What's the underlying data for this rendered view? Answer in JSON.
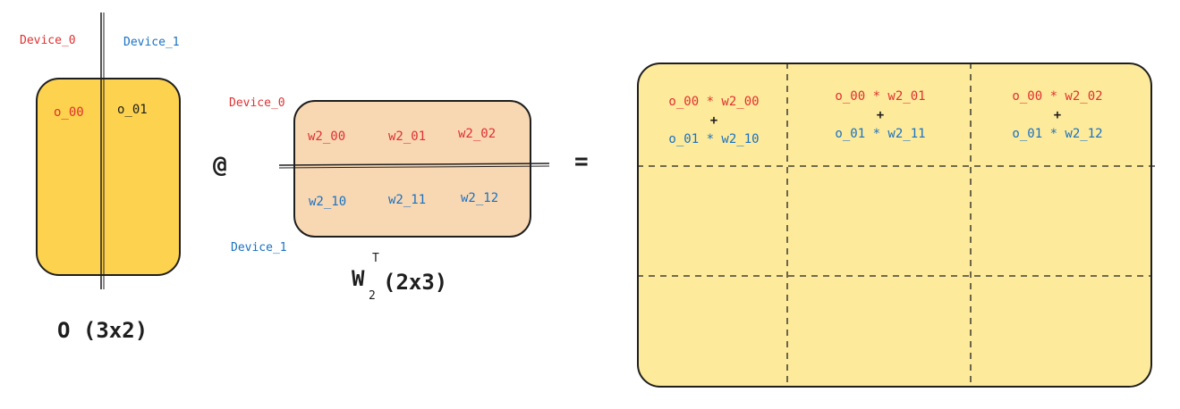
{
  "o_matrix": {
    "device0_label": "Device_0",
    "device1_label": "Device_1",
    "cell_00": "o_00",
    "cell_01": "o_01",
    "caption": "O (3x2)"
  },
  "operator_matmul": "@",
  "w_matrix": {
    "device0_label": "Device_0",
    "device1_label": "Device_1",
    "row0": [
      "w2_00",
      "w2_01",
      "w2_02"
    ],
    "row1": [
      "w2_10",
      "w2_11",
      "w2_12"
    ],
    "caption_letter": "W",
    "caption_sup": "T",
    "caption_sub": "2",
    "caption_dims": "(2x3)"
  },
  "operator_equals": "=",
  "result": {
    "cells": [
      {
        "top": "o_00 * w2_00",
        "plus": "+",
        "bottom": "o_01 * w2_10"
      },
      {
        "top": "o_00 * w2_01",
        "plus": "+",
        "bottom": "o_01 * w2_11"
      },
      {
        "top": "o_00 * w2_02",
        "plus": "+",
        "bottom": "o_01 * w2_12"
      }
    ]
  },
  "colors": {
    "device0": "#e03131",
    "device1": "#1971c2",
    "o_fill": "#fcd24e",
    "w_fill": "#f8d7b3",
    "result_fill": "#fdea9b"
  }
}
